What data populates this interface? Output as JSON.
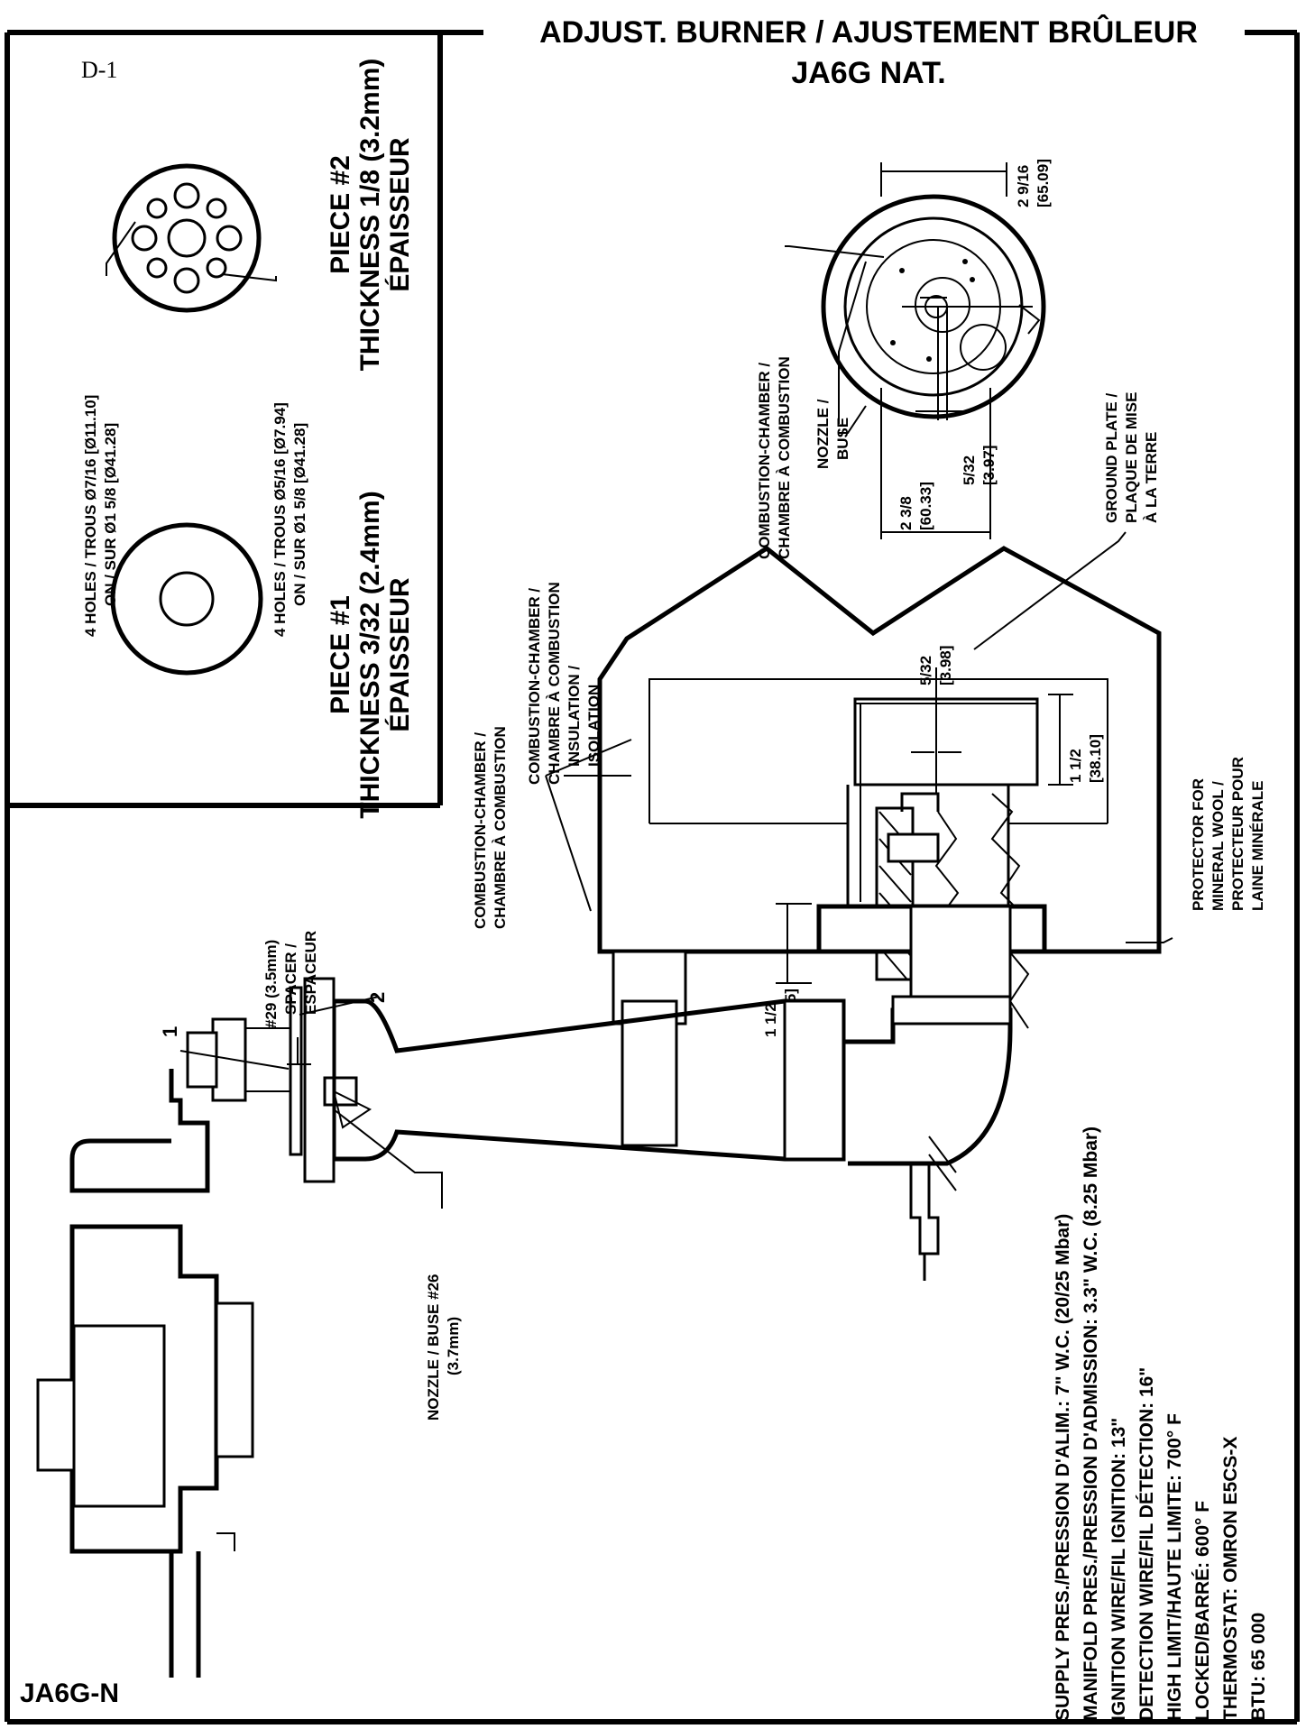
{
  "sheet_id": "D-1",
  "title": {
    "line1": "ADJUST. BURNER / AJUSTEMENT BRÛLEUR",
    "line2": "JA6G NAT."
  },
  "model_code": "JA6G-N",
  "pieces": {
    "piece1": {
      "line1": "PIECE #1",
      "line2": "THICKNESS 3/32 (2.4mm)",
      "line3": "ÉPAISSEUR"
    },
    "piece2": {
      "line1": "PIECE #2",
      "line2": "THICKNESS 1/8 (3.2mm)",
      "line3": "ÉPAISSEUR"
    },
    "holes_a": {
      "line1": "4 HOLES / TROUS Ø7/16 [Ø11.10]",
      "line2": "ON / SUR Ø1 5/8 [Ø41.28]"
    },
    "holes_b": {
      "line1": "4 HOLES / TROUS Ø5/16 [Ø7.94]",
      "line2": "ON / SUR Ø1 5/8 [Ø41.28]"
    }
  },
  "labels": {
    "cc_top_1": "COMBUSTION-CHAMBER /",
    "cc_top_2": "CHAMBRE À COMBUSTION",
    "nozzle_1": "NOZZLE /",
    "nozzle_2": "BUSE",
    "dim_a_1": "2 9/16",
    "dim_a_2": "[65.09]",
    "dim_b_1": "2 3/8",
    "dim_b_2": "[60.33]",
    "dim_c_1": "5/32",
    "dim_c_2": "[3.97]",
    "ground_1": "GROUND PLATE /",
    "ground_2": "PLAQUE DE MISE",
    "ground_3": "À LA TERRE",
    "ins_1": "COMBUSTION-CHAMBER /",
    "ins_2": "CHAMBRE À COMBUSTION",
    "ins_3": "INSULATION /",
    "ins_4": "ISOLATION",
    "dim_d_1": "5/32",
    "dim_d_2": "[3.98]",
    "dim_e_1": "1 1/2",
    "dim_e_2": "[38.10]",
    "cc_side_1": "COMBUSTION-CHAMBER /",
    "cc_side_2": "CHAMBRE À COMBUSTION",
    "prot_1": "PROTECTOR FOR",
    "prot_2": "MINERAL WOOL /",
    "prot_3": "PROTECTEUR POUR",
    "prot_4": "LAINE MINÉRALE",
    "dim_f_1": "1 1/2",
    "dim_f_2": "[38.15]",
    "spacer_1": "#29 (3.5mm)",
    "spacer_2": "SPACER /",
    "spacer_3": "ESPACEUR",
    "callout_1": "1",
    "callout_2": "2",
    "nozzle_bottom_1": "NOZZLE / BUSE #26",
    "nozzle_bottom_2": "(3.7mm)"
  },
  "specs": [
    "SUPPLY PRES./PRESSION D'ALIM.: 7\" W.C. (20/25 Mbar)",
    "MANIFOLD PRES./PRESSION D'ADMISSION: 3.3\" W.C. (8.25 Mbar)",
    "IGNITION WIRE/FIL IGNITION: 13\"",
    "DETECTION WIRE/FIL DÉTECTION: 16\"",
    "HIGH LIMIT/HAUTE LIMITE: 700° F",
    "LOCKED/BARRÉ: 600° F",
    "THERMOSTAT: OMRON E5CS-X",
    "BTU: 65 000"
  ]
}
